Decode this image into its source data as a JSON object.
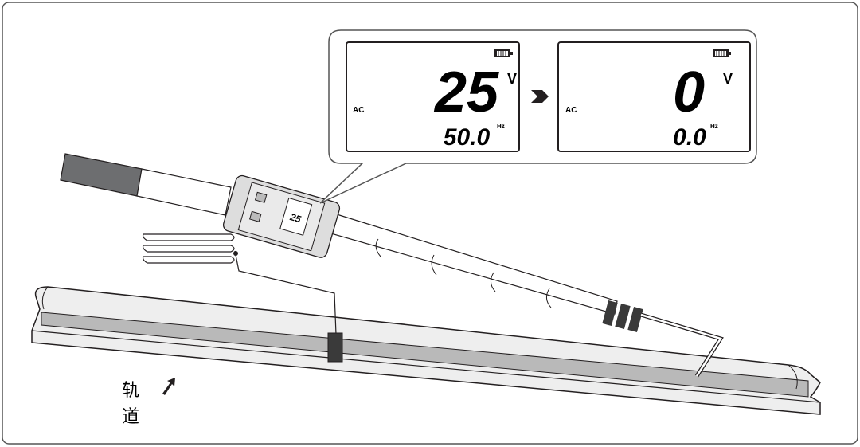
{
  "title": "AC voltage detector test on rail",
  "lcd_before": {
    "value": "25",
    "unit": "V",
    "mode": "AC",
    "frequency": "50.0",
    "freq_unit": "Hz"
  },
  "lcd_after": {
    "value": "0",
    "unit": "V",
    "mode": "AC",
    "frequency": "0.0",
    "freq_unit": "Hz"
  },
  "device_screen_value": "25",
  "rail_label": {
    "line1": "轨",
    "line2": "道"
  },
  "colors": {
    "outline": "#231f20",
    "grip": "#6d6e70",
    "rail_band": "#b9b9b9",
    "rail_fill": "#ececec"
  }
}
